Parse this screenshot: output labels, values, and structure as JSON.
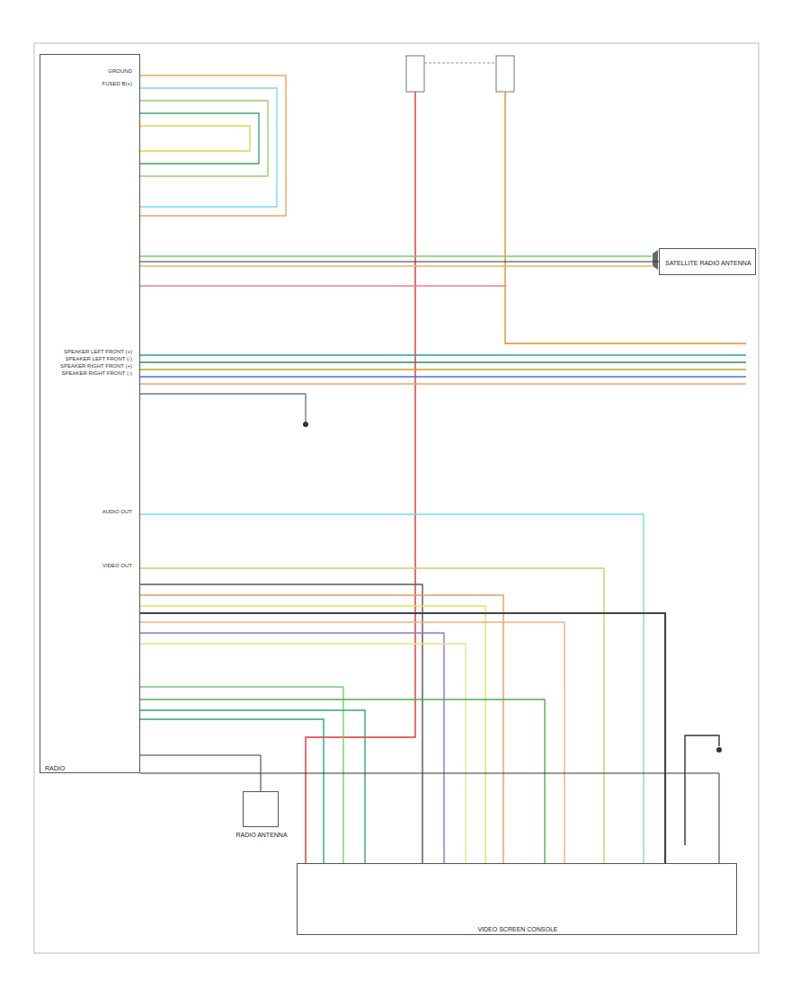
{
  "diagram": {
    "nodes": [
      {
        "text": [
          "RADIO"
        ]
      },
      {
        "text": [
          "SATELLITE RADIO ANTENNA"
        ]
      },
      {
        "text": [
          "RADIO ANTENNA"
        ]
      },
      {
        "text": [
          "VIDEO SCREEN CONSOLE"
        ]
      }
    ],
    "edges": [
      {
        "from": 0,
        "to": 1,
        "arrow": "none"
      },
      {
        "from": 0,
        "to": 2,
        "arrow": "none"
      },
      {
        "from": 0,
        "to": 3,
        "arrow": "none"
      }
    ],
    "labels": [
      "GROUND",
      "FUSED B(+)",
      "SPEAKER LEFT FRONT (+)",
      "SPEAKER LEFT FRONT (-)",
      "SPEAKER RIGHT FRONT (+)",
      "SPEAKER RIGHT FRONT (-)",
      "AUDIO OUT",
      "VIDEO OUT"
    ]
  }
}
